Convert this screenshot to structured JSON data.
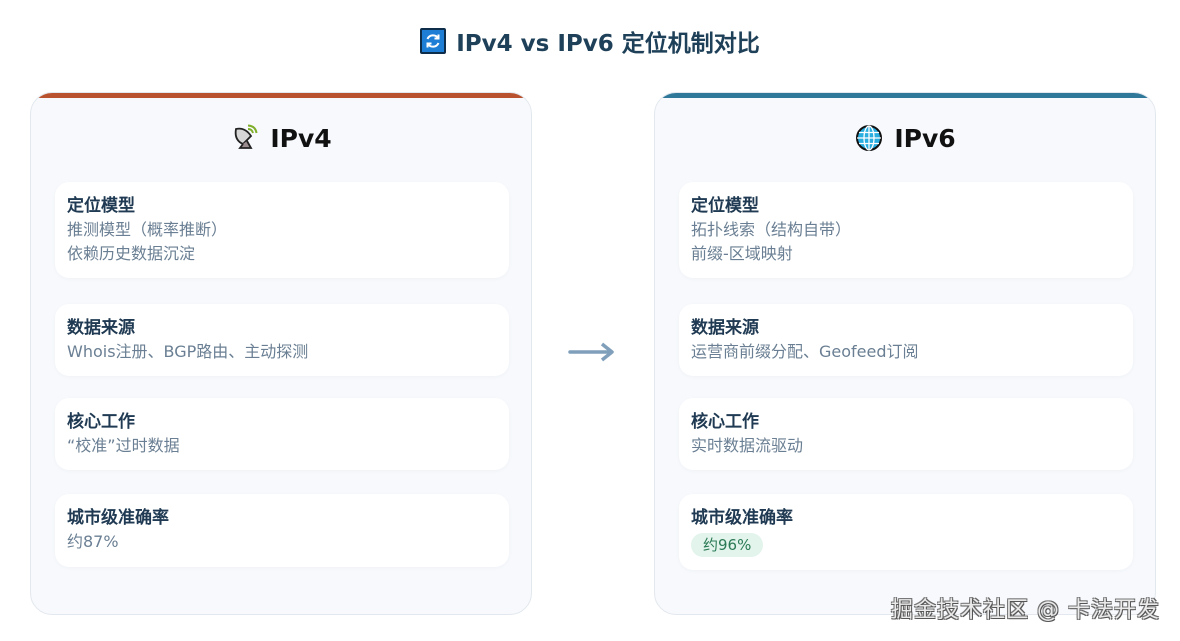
{
  "title": {
    "icon": "refresh-icon",
    "text": "IPv4 vs IPv6 定位机制对比"
  },
  "colors": {
    "ipv4_accent": "#b9532f",
    "ipv6_accent": "#2f7899",
    "arrow": "#7f9fba",
    "badge_bg": "#e2f4ec",
    "badge_text": "#2b7a55"
  },
  "ipv4": {
    "icon": "satellite-dish-icon",
    "heading": "IPv4",
    "items": [
      {
        "label": "定位模型",
        "lines": [
          "推测模型（概率推断）",
          "依赖历史数据沉淀"
        ]
      },
      {
        "label": "数据来源",
        "lines": [
          "Whois注册、BGP路由、主动探测"
        ]
      },
      {
        "label": "核心工作",
        "lines": [
          "“校准”过时数据"
        ]
      },
      {
        "label": "城市级准确率",
        "lines": [
          "约87%"
        ]
      }
    ]
  },
  "arrow": {
    "icon": "arrow-right-icon"
  },
  "ipv6": {
    "icon": "globe-icon",
    "heading": "IPv6",
    "items": [
      {
        "label": "定位模型",
        "lines": [
          "拓扑线索（结构自带）",
          "前缀-区域映射"
        ]
      },
      {
        "label": "数据来源",
        "lines": [
          "运营商前缀分配、Geofeed订阅"
        ]
      },
      {
        "label": "核心工作",
        "lines": [
          "实时数据流驱动"
        ]
      },
      {
        "label": "城市级准确率",
        "badge": "约96%"
      }
    ]
  },
  "watermark": "掘金技术社区 @ 卡法开发"
}
